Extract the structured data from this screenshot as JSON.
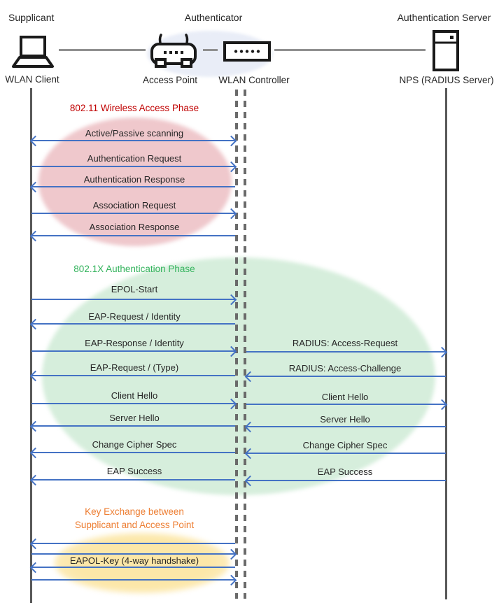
{
  "actors": {
    "supplicant_role": "Supplicant",
    "supplicant_device": "WLAN Client",
    "authenticator_role": "Authenticator",
    "access_point_label": "Access Point",
    "wlan_controller_label": "WLAN Controller",
    "auth_server_role": "Authentication Server",
    "auth_server_device": "NPS (RADIUS Server)"
  },
  "phases": {
    "wireless_access": {
      "title": "802.11 Wireless Access Phase",
      "color": "#C00000",
      "fill": "#EFC8CC"
    },
    "authentication": {
      "title": "802.1X Authentication Phase",
      "color": "#33B35C",
      "fill": "#D6EEDC"
    },
    "key_exchange": {
      "title_line1": "Key Exchange between",
      "title_line2": "Supplicant and Access Point",
      "color": "#ED7D31",
      "fill": "#FCE7A8"
    }
  },
  "messages": {
    "scanning": "Active/Passive scanning",
    "authentication_request": "Authentication Request",
    "authentication_response": "Authentication Response",
    "association_request": "Association Request",
    "association_response": "Association Response",
    "epol_start": "EPOL-Start",
    "eap_request_identity": "EAP-Request / Identity",
    "eap_response_identity": "EAP-Response / Identity",
    "radius_access_request": "RADIUS: Access-Request",
    "eap_request_type": "EAP-Request / (Type)",
    "radius_access_challenge": "RADIUS: Access-Challenge",
    "client_hello_left": "Client Hello",
    "client_hello_right": "Client Hello",
    "server_hello_left": "Server Hello",
    "server_hello_right": "Server Hello",
    "change_cipher_spec_left": "Change Cipher Spec",
    "change_cipher_spec_right": "Change Cipher Spec",
    "eap_success_left": "EAP Success",
    "eap_success_right": "EAP Success",
    "eapol_key": "EAPOL-Key (4-way handshake)"
  },
  "colors": {
    "arrow_blue": "#4472C4",
    "lifeline_gray": "#595959",
    "authenticator_group_fill": "#E9EDF7"
  }
}
